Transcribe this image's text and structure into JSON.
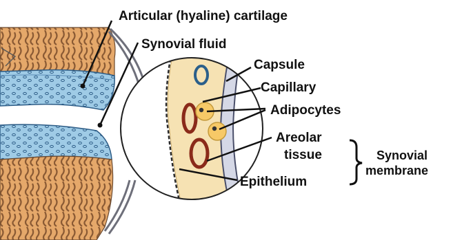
{
  "labels": {
    "cartilage": "Articular (hyaline) cartilage",
    "synovial_fluid": "Synovial fluid",
    "capsule": "Capsule",
    "capillary": "Capillary",
    "adipocytes": "Adipocytes",
    "areolar_line1": "Areolar",
    "areolar_line2": "tissue",
    "synovial_membrane_line1": "Synovial",
    "synovial_membrane_line2": "membrane",
    "epithelium": "Epithelium"
  }
}
